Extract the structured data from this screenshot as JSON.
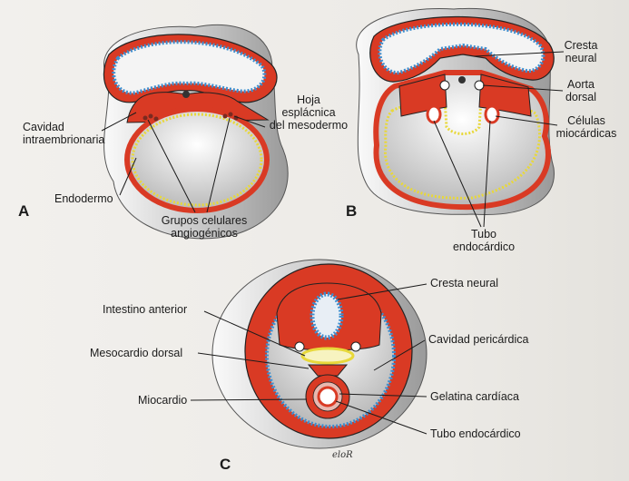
{
  "panels": {
    "a": "A",
    "b": "B",
    "c": "C"
  },
  "labels_a": {
    "cavity_line1": "Cavidad",
    "cavity_line2": "intraembrionaria",
    "endoderm": "Endodermo",
    "splanchnic_line1": "Hoja",
    "splanchnic_line2": "esplácnica",
    "splanchnic_line3": "del mesodermo",
    "groups_line1": "Grupos celulares",
    "groups_line2": "angiogénicos"
  },
  "labels_b": {
    "crest_line1": "Cresta",
    "crest_line2": "neural",
    "aorta_line1": "Aorta",
    "aorta_line2": "dorsal",
    "cells_line1": "Células",
    "cells_line2": "miocárdicas",
    "tube_line1": "Tubo",
    "tube_line2": "endocárdico"
  },
  "labels_c": {
    "crest": "Cresta neural",
    "foregut": "Intestino anterior",
    "pericardial": "Cavidad pericárdica",
    "mesocardium": "Mesocardio dorsal",
    "myocardium": "Miocardio",
    "jelly": "Gelatina cardíaca",
    "tube": "Tubo endocárdico"
  },
  "signature": "eloR",
  "colors": {
    "red": "#d93a24",
    "blue": "#3d8ecf",
    "yellow": "#e8d83a",
    "shadow": "#8a8a8a"
  }
}
